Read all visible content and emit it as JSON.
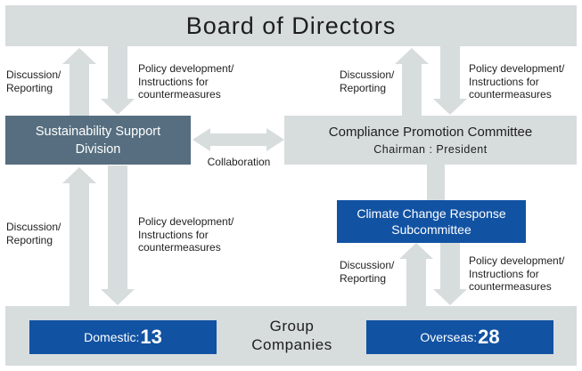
{
  "board": {
    "title": "Board of Directors"
  },
  "sustainability": {
    "line1": "Sustainability Support",
    "line2": "Division"
  },
  "compliance": {
    "title": "Compliance Promotion Committee",
    "chairman": "Chairman : President"
  },
  "climate": {
    "line1": "Climate Change Response",
    "line2": "Subcommittee"
  },
  "collaboration": "Collaboration",
  "labels": {
    "discussion_line1": "Discussion/",
    "discussion_line2": "Reporting",
    "policy_line1": "Policy development/",
    "policy_line2": "Instructions for",
    "policy_line3": "countermeasures"
  },
  "group": {
    "line1": "Group",
    "line2": "Companies",
    "domestic_label": "Domestic:",
    "domestic_count": "13",
    "overseas_label": "Overseas:",
    "overseas_count": "28"
  },
  "colors": {
    "band_gray": "#d7dcdd",
    "arrow_gray": "#d7dcdd",
    "slate": "#566e7f",
    "blue": "#1152a3"
  }
}
